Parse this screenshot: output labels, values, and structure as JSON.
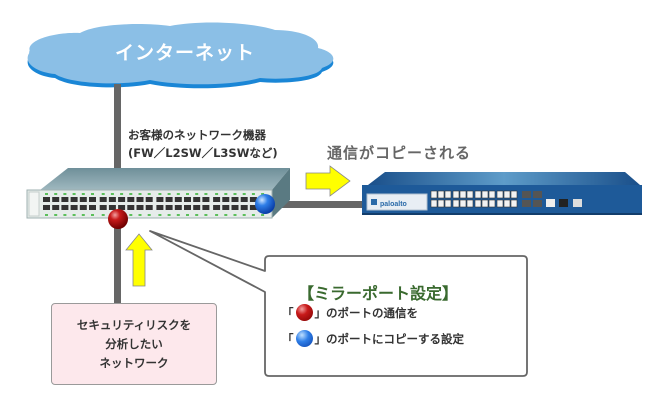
{
  "cloud": {
    "label": "インターネット",
    "color": "#8bbfe6"
  },
  "customer_device": {
    "label_line1": "お客様のネットワーク機器",
    "label_line2": "(FW／L2SW／L3SWなど)"
  },
  "firewall": {
    "brand": "paloalto",
    "color": "#1e5a99"
  },
  "copy_label": "通信がコピーされる",
  "analysis_network": {
    "line1": "セキュリティリスクを",
    "line2": "分析したい",
    "line3": "ネットワーク"
  },
  "callout": {
    "title": "【ミラーポート設定】",
    "line1_open": "「",
    "line1_close": "」のポートの通信を",
    "line2_open": "「",
    "line2_close": "」のポートにコピーする設定"
  },
  "colors": {
    "arrow": "#ffff00",
    "line": "#666666",
    "red_port": "#c81a1a",
    "blue_port": "#2f7fe8",
    "callout_title": "#3a6a2f"
  }
}
